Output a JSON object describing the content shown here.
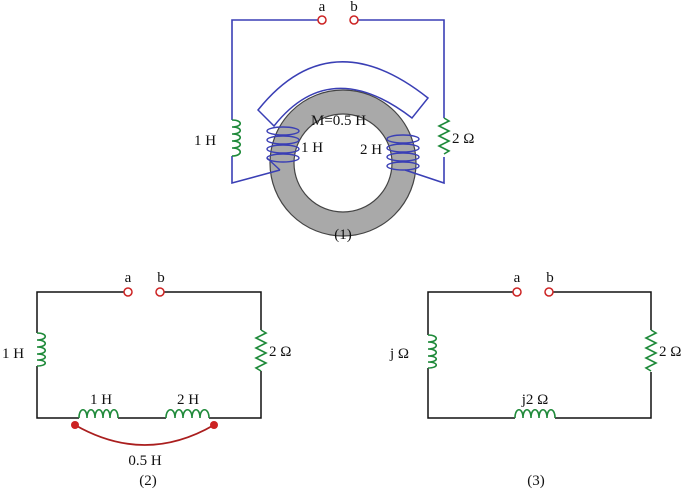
{
  "colors": {
    "wire_blue": "#3a3fb5",
    "wire_black": "#111111",
    "inductor_green": "#1f8a3a",
    "inductor_blue": "#3a3fb5",
    "terminal_red": "#cc2222",
    "mutual_red": "#aa1e1e",
    "core_gray": "#a9a9a9"
  },
  "icons": {
    "inductor": "inductor-icon",
    "resistor": "resistor-icon",
    "terminal": "terminal-icon",
    "toroid_core": "toroid-core-icon"
  },
  "figure1": {
    "terminal_a": "a",
    "terminal_b": "b",
    "left_inductor": "1 H",
    "resistor": "2 Ω",
    "coil_left": "1 H",
    "coil_right": "2 H",
    "mutual": "M=0.5 H",
    "caption": "(1)"
  },
  "figure2": {
    "terminal_a": "a",
    "terminal_b": "b",
    "left_inductor": "1 H",
    "resistor": "2 Ω",
    "bottom_inductor_1": "1 H",
    "bottom_inductor_2": "2 H",
    "mutual": "0.5 H",
    "caption": "(2)"
  },
  "figure3": {
    "terminal_a": "a",
    "terminal_b": "b",
    "left_impedance": "j Ω",
    "resistor": "2 Ω",
    "bottom_impedance": "j2 Ω",
    "caption": "(3)"
  }
}
